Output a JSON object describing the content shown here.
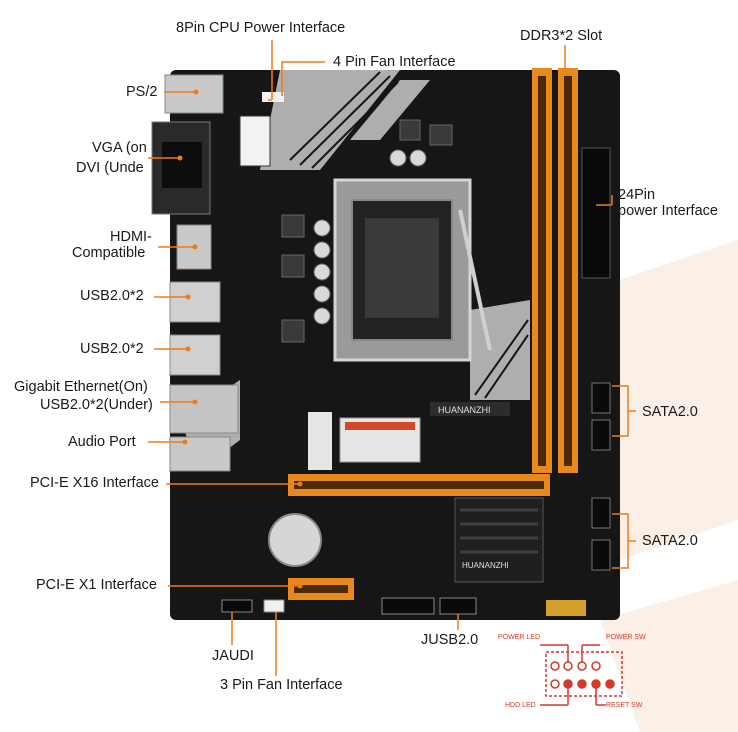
{
  "labels": {
    "cpu_power": "8Pin CPU Power Interface",
    "fan4": "4 Pin Fan Interface",
    "ddr3": "DDR3*2 Slot",
    "ps2": "PS/2",
    "vga": "VGA (on",
    "dvi": "DVI (Unde",
    "pin24_line1": "24Pin",
    "pin24_line2": "power Interface",
    "hdmi_line1": "HDMI-",
    "hdmi_line2": "Compatible",
    "usb_a": "USB2.0*2",
    "usb_b": "USB2.0*2",
    "lan_line1": "Gigabit Ethernet(On)",
    "lan_line2": "USB2.0*2(Under)",
    "audio": "Audio Port",
    "sata_a": "SATA2.0",
    "sata_b": "SATA2.0",
    "pcie16": "PCI-E X16 Interface",
    "pcie1": "PCI-E X1 Interface",
    "jaudi": "JAUDI",
    "jusb": "JUSB2.0",
    "fan3": "3 Pin Fan Interface"
  },
  "board_text": {
    "brand_a": "HUANANZHI",
    "brand_b": "HUANANZHI"
  },
  "front_panel": {
    "power_led": "POWER LED",
    "power_sw": "POWER SW",
    "hdd_led": "HDD LED",
    "reset_sw": "RESET SW"
  },
  "colors": {
    "accent_orange": "#f07b1a",
    "board": "#161616",
    "ram_slot": "#e8891e",
    "silver": "#c9c9c9",
    "pin_red": "#d43a2a"
  }
}
